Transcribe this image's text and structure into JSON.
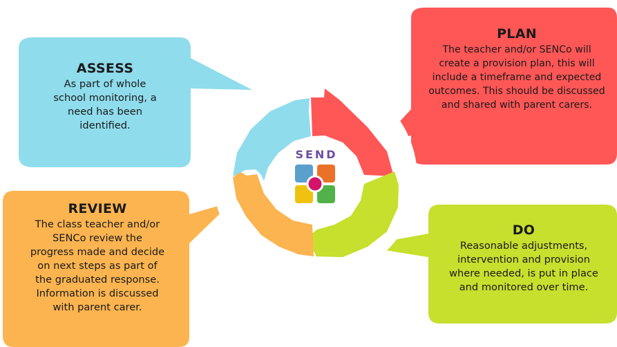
{
  "colors": {
    "assess": "#8fdcec",
    "plan": "#ff5656",
    "do": "#c7df2d",
    "review": "#fbb450",
    "logo_blue": "#5b9fcf",
    "logo_orange": "#ea7228",
    "logo_yellow": "#efc20f",
    "logo_green": "#52b24a",
    "logo_center": "#d4146b",
    "logo_text": "#6a4da0"
  },
  "assess": {
    "title": "ASSESS",
    "body_lines": [
      "As part of whole",
      "school monitoring, a",
      "need has been",
      "identified."
    ]
  },
  "plan": {
    "title": "PLAN",
    "body_lines": [
      "The teacher and/or SENCo  will",
      "create a provision plan, this will",
      "include a timeframe and expected",
      "outcomes. This should be discussed",
      "and shared with parent carers."
    ]
  },
  "review": {
    "title": "REVIEW",
    "body_lines": [
      "The class teacher and/or",
      "SENCo review the",
      "progress made and decide",
      "on next steps as part of",
      "the graduated response.",
      "Information is discussed",
      "with parent carer."
    ]
  },
  "do": {
    "title": "DO",
    "body_lines": [
      "Reasonable adjustments,",
      "intervention and provision",
      "where needed, is put in place",
      "and monitored over time."
    ]
  },
  "logo": {
    "text": "SEND",
    "icon": "send-logo-icon"
  }
}
